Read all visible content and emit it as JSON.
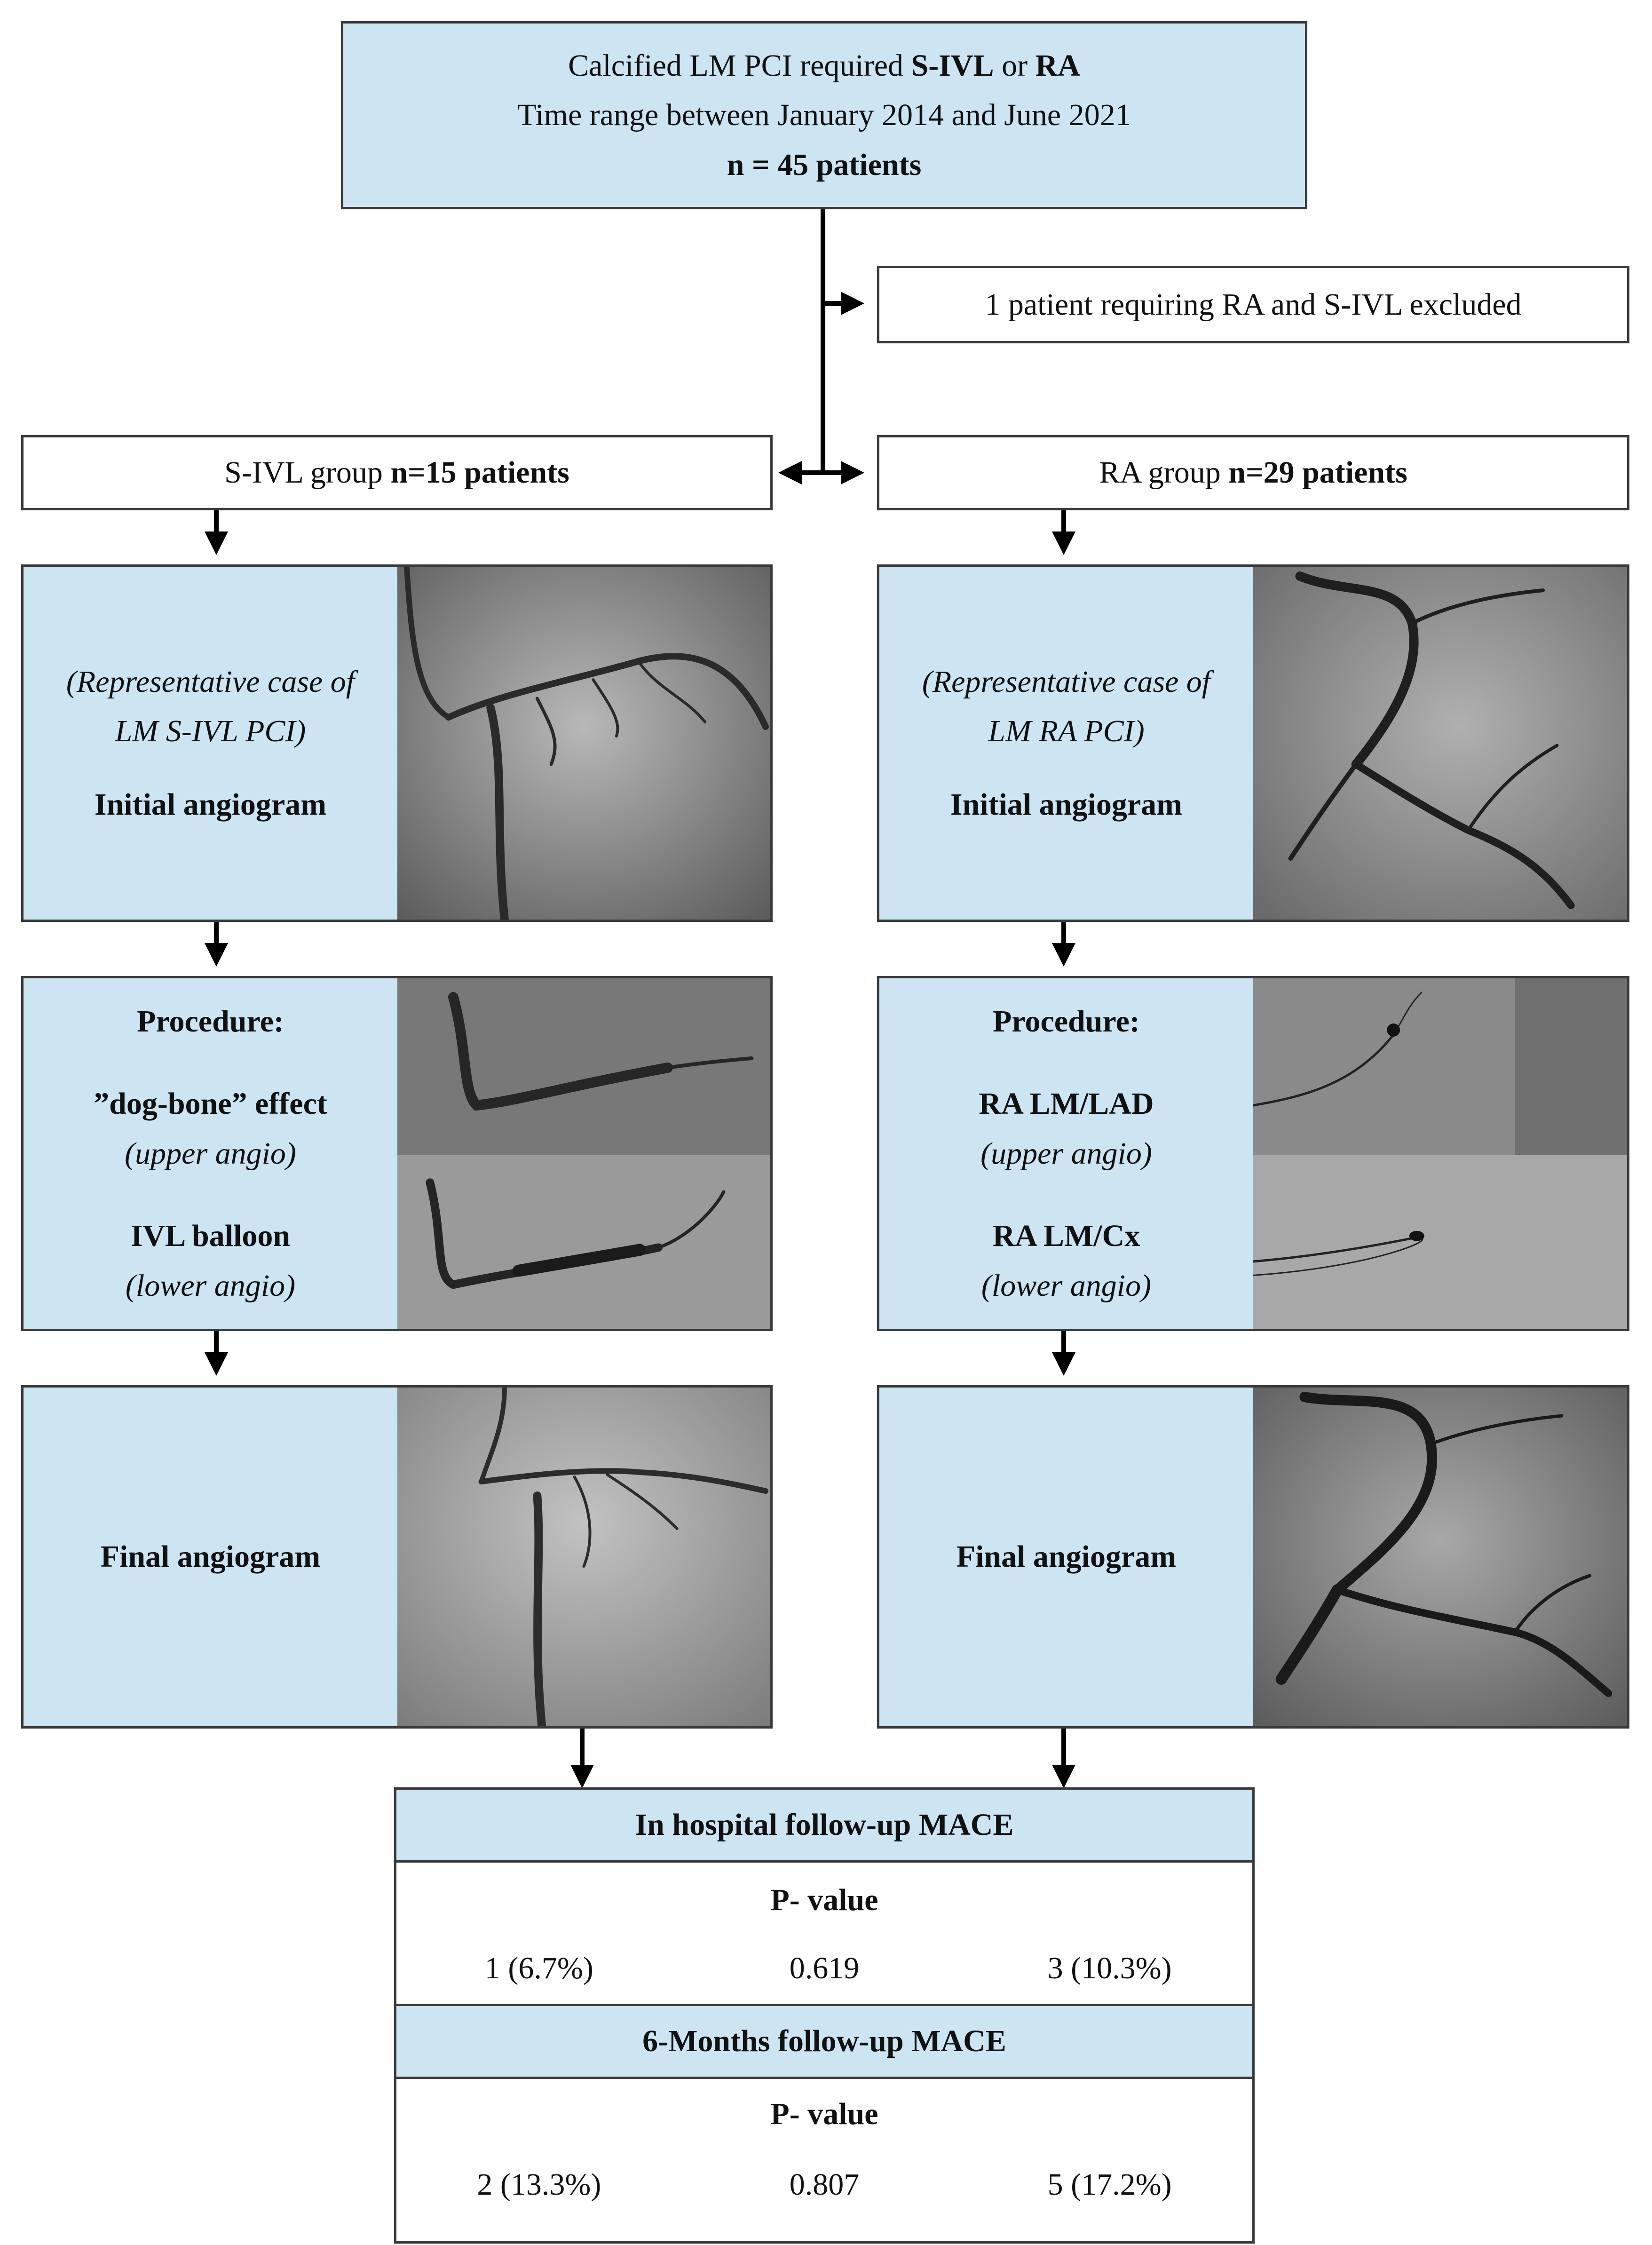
{
  "top": {
    "line1_pre": "Calcified LM PCI required ",
    "line1_b1": "S-IVL",
    "line1_mid": " or ",
    "line1_b2": "RA",
    "line2": "Time range between January 2014 and June 2021",
    "line3": "n = 45 patients"
  },
  "exclusion": "1 patient requiring RA and S-IVL excluded",
  "left_group": {
    "pre": "S-IVL group ",
    "bold": "n=15 patients"
  },
  "right_group": {
    "pre": "RA group ",
    "bold": "n=29 patients"
  },
  "left": {
    "case_line1": "(Representative case of",
    "case_line2": "LM S-IVL PCI)",
    "initial": "Initial angiogram",
    "procedure": "Procedure:",
    "upper_title": "”dog-bone” effect",
    "upper_note": "(upper angio)",
    "lower_title": "IVL balloon",
    "lower_note": "(lower angio)",
    "final": "Final angiogram"
  },
  "right": {
    "case_line1": "(Representative case of",
    "case_line2": "LM RA PCI)",
    "initial": "Initial angiogram",
    "procedure": "Procedure:",
    "upper_title": "RA LM/LAD",
    "upper_note": "(upper angio)",
    "lower_title": "RA LM/Cx",
    "lower_note": "(lower angio)",
    "final": "Final angiogram"
  },
  "results": {
    "in_hospital_header": "In hospital follow-up  MACE",
    "p_label_1": "P- value",
    "in_hospital_left": "1 (6.7%)",
    "in_hospital_p": "0.619",
    "in_hospital_right": "3 (10.3%)",
    "six_month_header": "6-Months follow-up MACE",
    "p_label_2": "P- value",
    "six_month_left": "2 (13.3%)",
    "six_month_p": "0.807",
    "six_month_right": "5 (17.2%)"
  },
  "colors": {
    "box_fill": "#cde4f3",
    "border": "#3a3a3a",
    "arrow": "#000000"
  }
}
